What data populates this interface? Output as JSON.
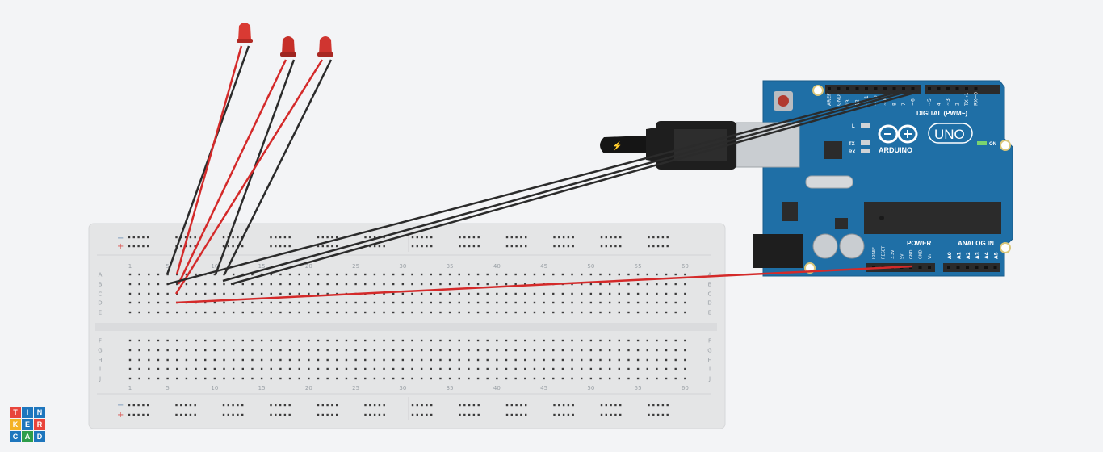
{
  "app": {
    "name": "Tinkercad"
  },
  "logo": {
    "letters": [
      "T",
      "I",
      "N",
      "K",
      "E",
      "R",
      "C",
      "A",
      "D"
    ],
    "colors": [
      "#e8453c",
      "#1e76bd",
      "#1e76bd",
      "#f4b223",
      "#1e76bd",
      "#e8453c",
      "#1e76bd",
      "#2e9d4a",
      "#1e76bd"
    ]
  },
  "breadboard": {
    "column_numbers": [
      "1",
      "5",
      "10",
      "15",
      "20",
      "25",
      "30",
      "35",
      "40",
      "45",
      "50",
      "55",
      "60"
    ],
    "rows_top": [
      "A",
      "B",
      "C",
      "D",
      "E"
    ],
    "rows_bottom": [
      "F",
      "G",
      "H",
      "I",
      "J"
    ],
    "rail_minus": "−",
    "rail_plus": "+"
  },
  "arduino": {
    "brand": "ARDUINO",
    "model": "UNO",
    "digital_label": "DIGITAL (PWM~)",
    "power_label": "POWER",
    "analog_label": "ANALOG IN",
    "led_l": "L",
    "led_tx": "TX",
    "led_rx": "RX",
    "on_label": "ON",
    "digital_pins": [
      "AREF",
      "GND",
      "13",
      "12",
      "~11",
      "~10",
      "~9",
      "8",
      "7",
      "~6",
      "~5",
      "4",
      "~3",
      "2",
      "TX→1",
      "RX←0"
    ],
    "power_pins": [
      "IOREF",
      "RESET",
      "3.3V",
      "5V",
      "GND",
      "GND",
      "Vin"
    ],
    "analog_pins": [
      "A0",
      "A1",
      "A2",
      "A3",
      "A4",
      "A5"
    ]
  },
  "components": {
    "leds": [
      {
        "color": "red"
      },
      {
        "color": "red"
      },
      {
        "color": "red"
      }
    ],
    "usb_cable": {
      "color": "black"
    }
  },
  "colors": {
    "wire_red": "#d42a2a",
    "wire_black": "#2b2b2b",
    "board_blue": "#1f6fa6",
    "breadboard": "#e4e5e6"
  }
}
